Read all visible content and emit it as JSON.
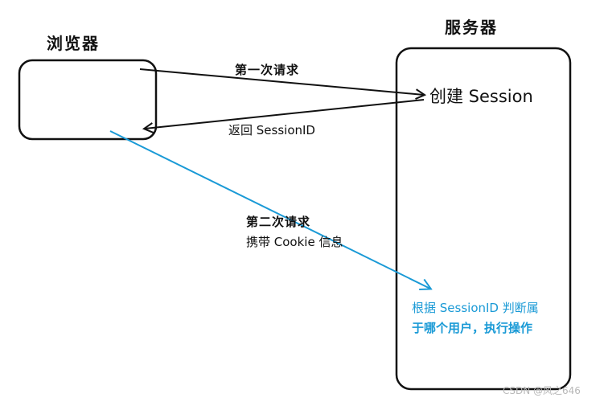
{
  "browser": {
    "title": "浏览器"
  },
  "server": {
    "title": "服务器",
    "create_label": "创建 Session",
    "note_line1": "根据 SessionID 判断属",
    "note_line2": "于哪个用户，执行操作"
  },
  "arrows": {
    "first_request": "第一次请求",
    "return_id": "返回 SessionID",
    "second_line1": "第二次请求",
    "second_line2": "携带 Cookie 信息"
  },
  "watermark": "CSDN @风之646",
  "colors": {
    "ink": "#111111",
    "accent": "#1a9ad6"
  }
}
